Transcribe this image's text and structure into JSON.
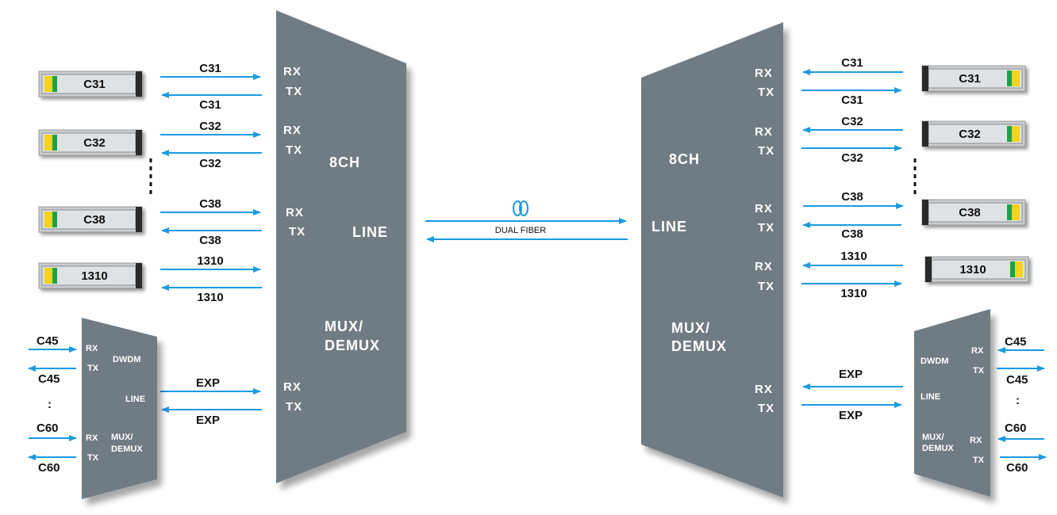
{
  "colors": {
    "arrow": "#1a9ae0",
    "box": "#6f7b84",
    "sfp_body": "#cfd3d6",
    "sfp_green": "#1ca34a",
    "sfp_yellow": "#f3d31c"
  },
  "left": {
    "main": {
      "ch": "8CH",
      "line": "LINE",
      "mux": "MUX/",
      "demux": "DEMUX",
      "rx": "RX",
      "tx": "TX"
    },
    "modules": [
      "C31",
      "C32",
      "C38",
      "1310"
    ],
    "arrows": [
      {
        "rx": "C31",
        "tx": "C31"
      },
      {
        "rx": "C32",
        "tx": "C32"
      },
      {
        "rx": "C38",
        "tx": "C38"
      },
      {
        "rx": "1310",
        "tx": "1310"
      },
      {
        "rx": "EXP",
        "tx": "EXP"
      }
    ],
    "sub": {
      "rx": "RX",
      "tx": "TX",
      "dwdm": "DWDM",
      "line": "LINE",
      "mux": "MUX/",
      "demux": "DEMUX",
      "ch_top_in": "C45",
      "ch_top_out": "C45",
      "ch_bot_in": "C60",
      "ch_bot_out": "C60",
      "ellipsis": ":"
    }
  },
  "center": {
    "fiber_label": "DUAL FIBER"
  },
  "right": {
    "main": {
      "ch": "8CH",
      "line": "LINE",
      "mux": "MUX/",
      "demux": "DEMUX",
      "rx": "RX",
      "tx": "TX"
    },
    "modules": [
      "C31",
      "C32",
      "C38",
      "1310"
    ],
    "arrows": [
      {
        "rx": "C31",
        "tx": "C31"
      },
      {
        "rx": "C32",
        "tx": "C32"
      },
      {
        "rx": "C38",
        "tx": "C38"
      },
      {
        "rx": "1310",
        "tx": "1310"
      },
      {
        "rx": "EXP",
        "tx": "EXP"
      }
    ],
    "sub": {
      "rx": "RX",
      "tx": "TX",
      "dwdm": "DWDM",
      "line": "LINE",
      "mux": "MUX/",
      "demux": "DEMUX",
      "ch_top_in": "C45",
      "ch_top_out": "C45",
      "ch_bot_in": "C60",
      "ch_bot_out": "C60",
      "ellipsis": ":"
    }
  }
}
